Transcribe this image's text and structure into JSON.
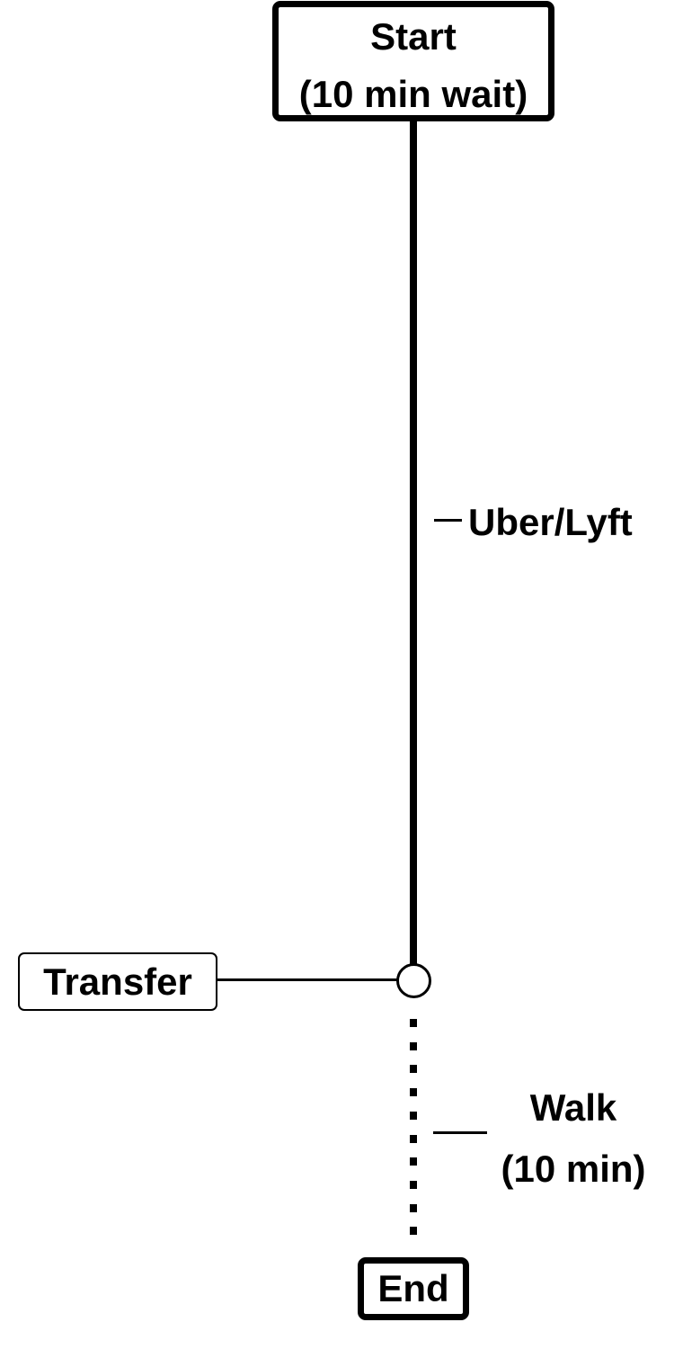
{
  "nodes": {
    "start": {
      "line1": "Start",
      "line2": "(10 min wait)"
    },
    "transfer": {
      "label": "Transfer"
    },
    "end": {
      "label": "End"
    }
  },
  "segments": {
    "ride": {
      "label": "Uber/Lyft",
      "style": "solid"
    },
    "walk": {
      "line1": "Walk",
      "line2": "(10 min)",
      "style": "dotted"
    }
  },
  "colors": {
    "ink": "#000000",
    "background": "#ffffff"
  }
}
